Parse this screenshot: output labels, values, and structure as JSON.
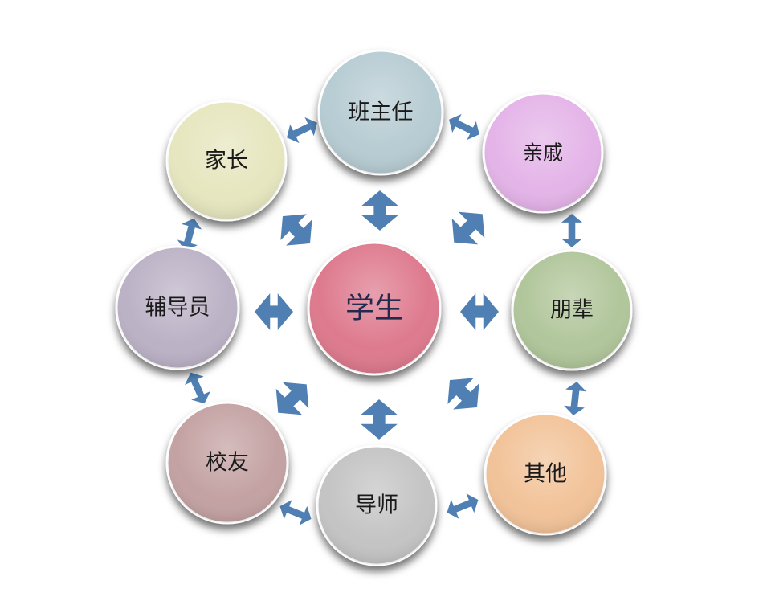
{
  "center": {
    "label": "学生",
    "color": "#de7a8e"
  },
  "nodes": [
    {
      "id": "banzhuren",
      "label": "班主任",
      "color": "#b7ccd3"
    },
    {
      "id": "qinqi",
      "label": "亲戚",
      "color": "#e4b4e8"
    },
    {
      "id": "pengbei",
      "label": "朋辈",
      "color": "#b1c69b"
    },
    {
      "id": "qita",
      "label": "其他",
      "color": "#f2c399"
    },
    {
      "id": "daoshi",
      "label": "导师",
      "color": "#c4c4c4"
    },
    {
      "id": "xiaoyou",
      "label": "校友",
      "color": "#c4a2a3"
    },
    {
      "id": "fudaoyuan",
      "label": "辅导员",
      "color": "#bcb2c6"
    },
    {
      "id": "jiazhang",
      "label": "家长",
      "color": "#e6e6bf"
    }
  ],
  "arrow_color": "#4f7fb3"
}
